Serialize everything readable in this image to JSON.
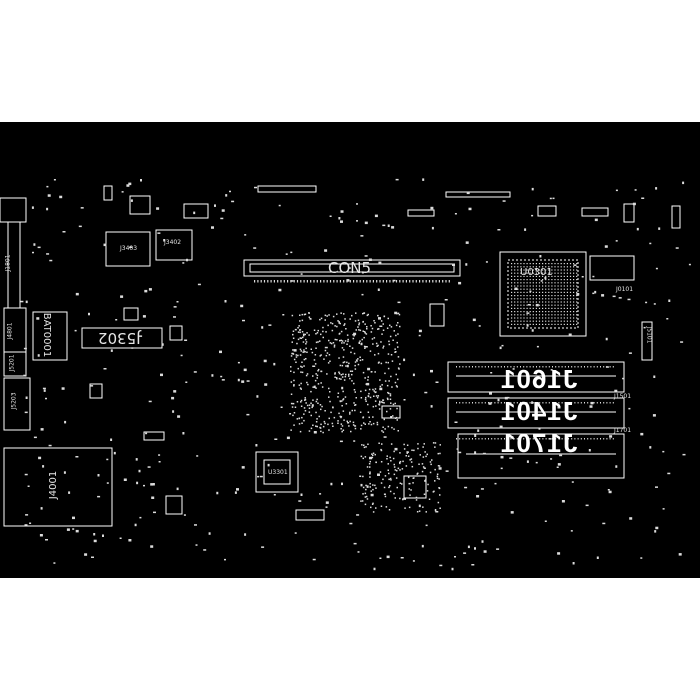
{
  "colors": {
    "board": "#000000",
    "outline": "#ffffff",
    "page": "#ffffff"
  },
  "labels": {
    "con5": "CON5",
    "bat": "BAT0001",
    "j5302": "J5302",
    "j4001": "J4001",
    "u0301": "U0301",
    "j1601": "J1601",
    "j1401": "J1401",
    "j1701": "J1701",
    "j3403": "J3403",
    "j3402": "J3402",
    "j4801": "J4801",
    "j5201": "J5201",
    "j5203": "J5203",
    "u3301": "U3301",
    "j0101": "J0101",
    "j1801": "J1801",
    "j5101": "J5101",
    "j1501": "J1501",
    "j1701_small": "J1701"
  }
}
